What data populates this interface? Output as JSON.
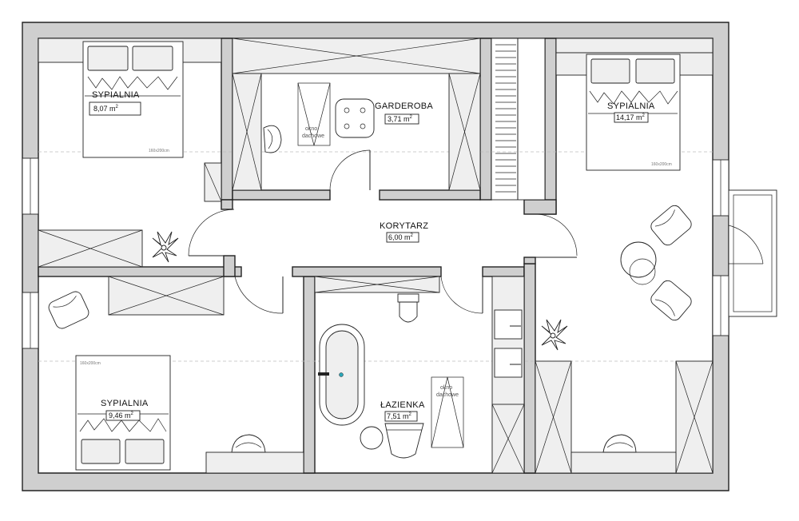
{
  "rooms": [
    {
      "id": "bedroom-1",
      "name": "SYPIALNIA",
      "area": "8,07",
      "unit": "m",
      "exp": "2"
    },
    {
      "id": "wardrobe",
      "name": "GARDEROBA",
      "area": "3,71",
      "unit": "m",
      "exp": "2"
    },
    {
      "id": "bedroom-2",
      "name": "SYPIALNIA",
      "area": "14,17",
      "unit": "m",
      "exp": "2"
    },
    {
      "id": "corridor",
      "name": "KORYTARZ",
      "area": "6,00",
      "unit": "m",
      "exp": "2"
    },
    {
      "id": "bedroom-3",
      "name": "SYPIALNIA",
      "area": "9,46",
      "unit": "m",
      "exp": "2"
    },
    {
      "id": "bathroom",
      "name": "ŁAZIENKA",
      "area": "7,51",
      "unit": "m",
      "exp": "2"
    }
  ],
  "notes": {
    "roof_window_1": "okno",
    "roof_window_2": "dachowe",
    "bed_size_1": "160x200cm",
    "bed_size_2": "160x200cm",
    "bed_size_3": "160x200cm"
  },
  "colors": {
    "wall": "#cfcfcf",
    "outline": "#222222",
    "furniture": "#efefef",
    "tap": "#2aa6b8"
  }
}
